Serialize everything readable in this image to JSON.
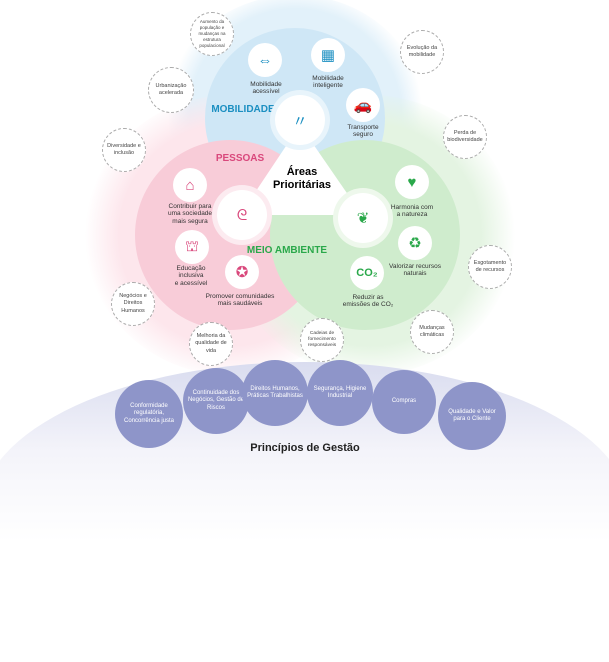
{
  "center": {
    "title": "Áreas Prioritárias"
  },
  "sections": {
    "mobilidade": "MOBILIDADE",
    "pessoas": "PESSOAS",
    "meio_ambiente": "MEIO AMBIENTE"
  },
  "colors": {
    "mobilidade": "#1b8fc1",
    "pessoas": "#d9487c",
    "meio_ambiente": "#2aa84a",
    "principles": "#8e95c9"
  },
  "items": {
    "mob_acessivel": "Mobilidade\nacessível",
    "mob_inteligente": "Mobilidade\ninteligente",
    "transporte": "Transporte\nseguro",
    "sociedade": "Contribuir para\numa sociedade\nmais segura",
    "educacao": "Educação\ninclusiva\ne acessível",
    "comunidades": "Promover comunidades\nmais saudáveis",
    "harmonia": "Harmonia com\na natureza",
    "recursos": "Valorizar recursos\nnaturais",
    "emissoes": "Reduzir as\nemissões de CO₂"
  },
  "trends": [
    "Aumento da população e mudanças na estrutura populacional",
    "Evolução da mobilidade",
    "Urbanização acelerada",
    "Perda de biodiversidade",
    "Diversidade e inclusão",
    "Esgotamento de recursos",
    "Negócios e Direitos Humanos",
    "Melhoria da qualidade de vida",
    "Cadeias de fornecimento responsáveis",
    "Mudanças climáticas"
  ],
  "principles": {
    "title": "Princípios de Gestão",
    "items": [
      "Conformidade regulatória, Concorrência justa",
      "Continuidade dos Negócios, Gestão de Riscos",
      "Direitos Humanos, Práticas Trabalhistas",
      "Segurança, Higiene Industrial",
      "Compras",
      "Qualidade e Valor para o Cliente"
    ]
  }
}
